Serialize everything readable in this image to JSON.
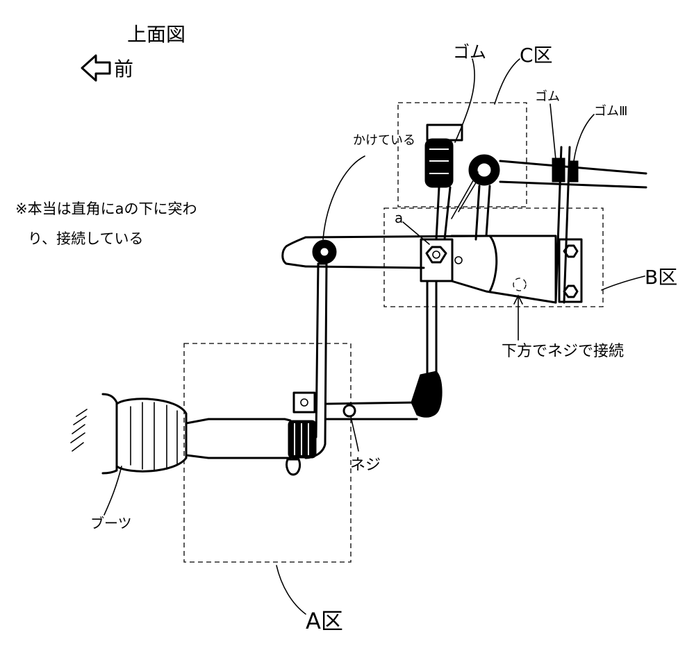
{
  "labels": {
    "title": "上面図",
    "front": "前",
    "note_line1": "※本当は直角にaの下に突わ",
    "note_line2": "り、接続している",
    "gomu_1": "ゴム",
    "c_section": "C区",
    "gomu_2": "ゴム",
    "gomu_3": "ゴムⅢ",
    "kaketeiru": "かけている",
    "a_point": "a",
    "b_section": "B区",
    "screw_connection": "下方でネジで接続",
    "neji": "ネジ",
    "boots": "ブーツ",
    "a_section": "A区"
  }
}
